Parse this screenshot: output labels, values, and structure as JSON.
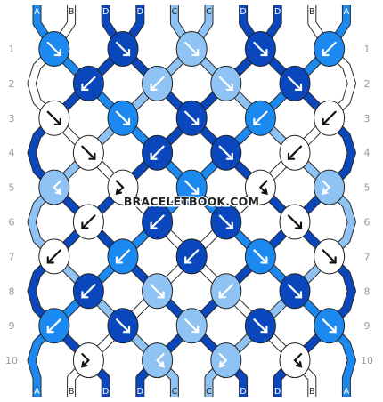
{
  "colors": {
    "A": "#1b89f0",
    "B": "#ffffff",
    "C": "#8fc3f3",
    "D": "#0a47bd"
  },
  "top_strands": [
    "A",
    "B",
    "D",
    "D",
    "C",
    "C",
    "D",
    "D",
    "B",
    "A"
  ],
  "bottom_strands": [
    "A",
    "B",
    "D",
    "D",
    "C",
    "C",
    "D",
    "D",
    "B",
    "A"
  ],
  "row_numbers": [
    "1",
    "2",
    "3",
    "4",
    "5",
    "6",
    "7",
    "8",
    "9",
    "10"
  ],
  "watermark": "BRACELETBOOK.COM",
  "knot_rows": [
    [
      {
        "c": "A",
        "d": "r"
      },
      {
        "c": "D",
        "d": "r"
      },
      {
        "c": "C",
        "d": "r"
      },
      {
        "c": "D",
        "d": "r"
      },
      {
        "c": "A",
        "d": "l"
      }
    ],
    [
      {
        "c": "D",
        "d": "l"
      },
      {
        "c": "C",
        "d": "l"
      },
      {
        "c": "C",
        "d": "r"
      },
      {
        "c": "D",
        "d": "r"
      }
    ],
    [
      {
        "c": "B",
        "d": "r"
      },
      {
        "c": "A",
        "d": "r"
      },
      {
        "c": "D",
        "d": "r"
      },
      {
        "c": "A",
        "d": "l"
      },
      {
        "c": "B",
        "d": "l"
      }
    ],
    [
      {
        "c": "B",
        "d": "r"
      },
      {
        "c": "D",
        "d": "l"
      },
      {
        "c": "D",
        "d": "r"
      },
      {
        "c": "B",
        "d": "l"
      }
    ],
    [
      {
        "c": "C",
        "d": "lb"
      },
      {
        "c": "B",
        "d": "rb"
      },
      {
        "c": "A",
        "d": "r"
      },
      {
        "c": "B",
        "d": "lb"
      },
      {
        "c": "C",
        "d": "rb"
      }
    ],
    [
      {
        "c": "B",
        "d": "l"
      },
      {
        "c": "D",
        "d": "l"
      },
      {
        "c": "D",
        "d": "r"
      },
      {
        "c": "B",
        "d": "r"
      }
    ],
    [
      {
        "c": "B",
        "d": "l"
      },
      {
        "c": "A",
        "d": "l"
      },
      {
        "c": "D",
        "d": "l"
      },
      {
        "c": "A",
        "d": "r"
      },
      {
        "c": "B",
        "d": "r"
      }
    ],
    [
      {
        "c": "D",
        "d": "l"
      },
      {
        "c": "C",
        "d": "r"
      },
      {
        "c": "C",
        "d": "l"
      },
      {
        "c": "D",
        "d": "r"
      }
    ],
    [
      {
        "c": "A",
        "d": "l"
      },
      {
        "c": "D",
        "d": "r"
      },
      {
        "c": "C",
        "d": "r"
      },
      {
        "c": "D",
        "d": "r"
      },
      {
        "c": "A",
        "d": "r"
      }
    ],
    [
      {
        "c": "B",
        "d": "rb"
      },
      {
        "c": "C",
        "d": "lb"
      },
      {
        "c": "C",
        "d": "rb"
      },
      {
        "c": "B",
        "d": "lb"
      }
    ]
  ]
}
